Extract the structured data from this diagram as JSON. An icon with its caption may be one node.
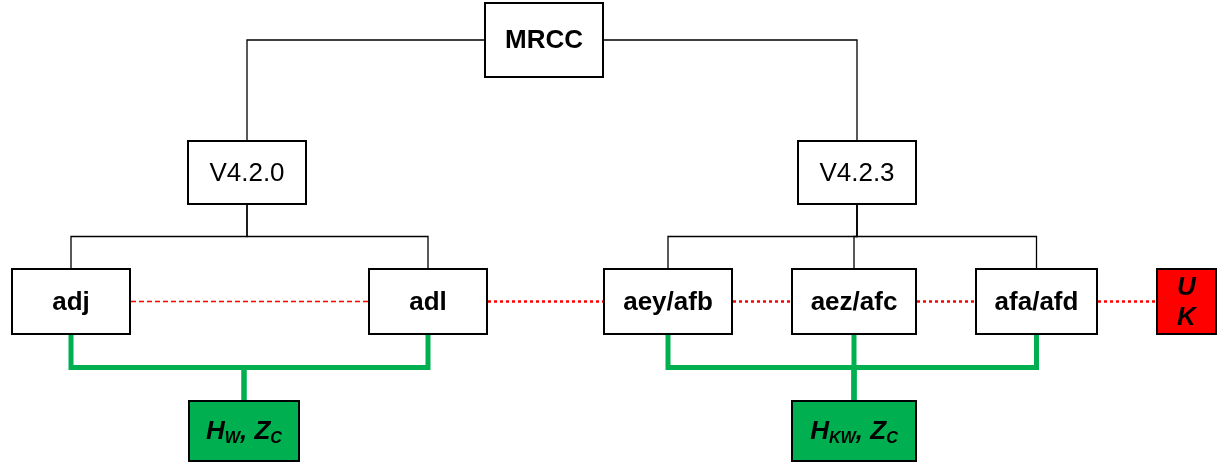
{
  "diagram": {
    "nodes": [
      {
        "text": [
          "MRCC"
        ]
      },
      {
        "text": [
          "V4.2.0"
        ]
      },
      {
        "text": [
          "V4.2.3"
        ]
      },
      {
        "text": [
          "adj"
        ]
      },
      {
        "text": [
          "adl"
        ]
      },
      {
        "text": [
          "aey/afb"
        ]
      },
      {
        "text": [
          "aez/afc"
        ]
      },
      {
        "text": [
          "afa/afd"
        ]
      },
      {
        "text": [
          "U K"
        ]
      },
      {
        "text": [
          "H$_{W}$, Z$_{C}$"
        ]
      },
      {
        "text": [
          "H$_{KW}$, Z$_{C}$"
        ]
      }
    ],
    "edges": [
      {
        "from": 0,
        "to": 1,
        "arrow": "none"
      },
      {
        "from": 0,
        "to": 2,
        "arrow": "none"
      },
      {
        "from": 1,
        "to": 3,
        "arrow": "none"
      },
      {
        "from": 1,
        "to": 4,
        "arrow": "none"
      },
      {
        "from": 2,
        "to": 5,
        "arrow": "none"
      },
      {
        "from": 2,
        "to": 6,
        "arrow": "none"
      },
      {
        "from": 2,
        "to": 7,
        "arrow": "none"
      },
      {
        "from": 3,
        "to": 4,
        "arrow": "none",
        "style": "dashed",
        "color": "#ff0000"
      },
      {
        "from": 4,
        "to": 5,
        "arrow": "none",
        "style": "dashed",
        "color": "#ff0000"
      },
      {
        "from": 5,
        "to": 6,
        "arrow": "none",
        "style": "dashed",
        "color": "#ff0000"
      },
      {
        "from": 6,
        "to": 7,
        "arrow": "none",
        "style": "dashed",
        "color": "#ff0000"
      },
      {
        "from": 7,
        "to": 8,
        "arrow": "none",
        "style": "dashed",
        "color": "#ff0000"
      },
      {
        "from": 3,
        "to": 9,
        "arrow": "none",
        "style": "thick",
        "color": "#00b050"
      },
      {
        "from": 4,
        "to": 9,
        "arrow": "none",
        "style": "thick",
        "color": "#00b050"
      },
      {
        "from": 5,
        "to": 10,
        "arrow": "none",
        "style": "thick",
        "color": "#00b050"
      },
      {
        "from": 6,
        "to": 10,
        "arrow": "none",
        "style": "thick",
        "color": "#00b050"
      },
      {
        "from": 7,
        "to": 10,
        "arrow": "none",
        "style": "thick",
        "color": "#00b050"
      }
    ]
  }
}
